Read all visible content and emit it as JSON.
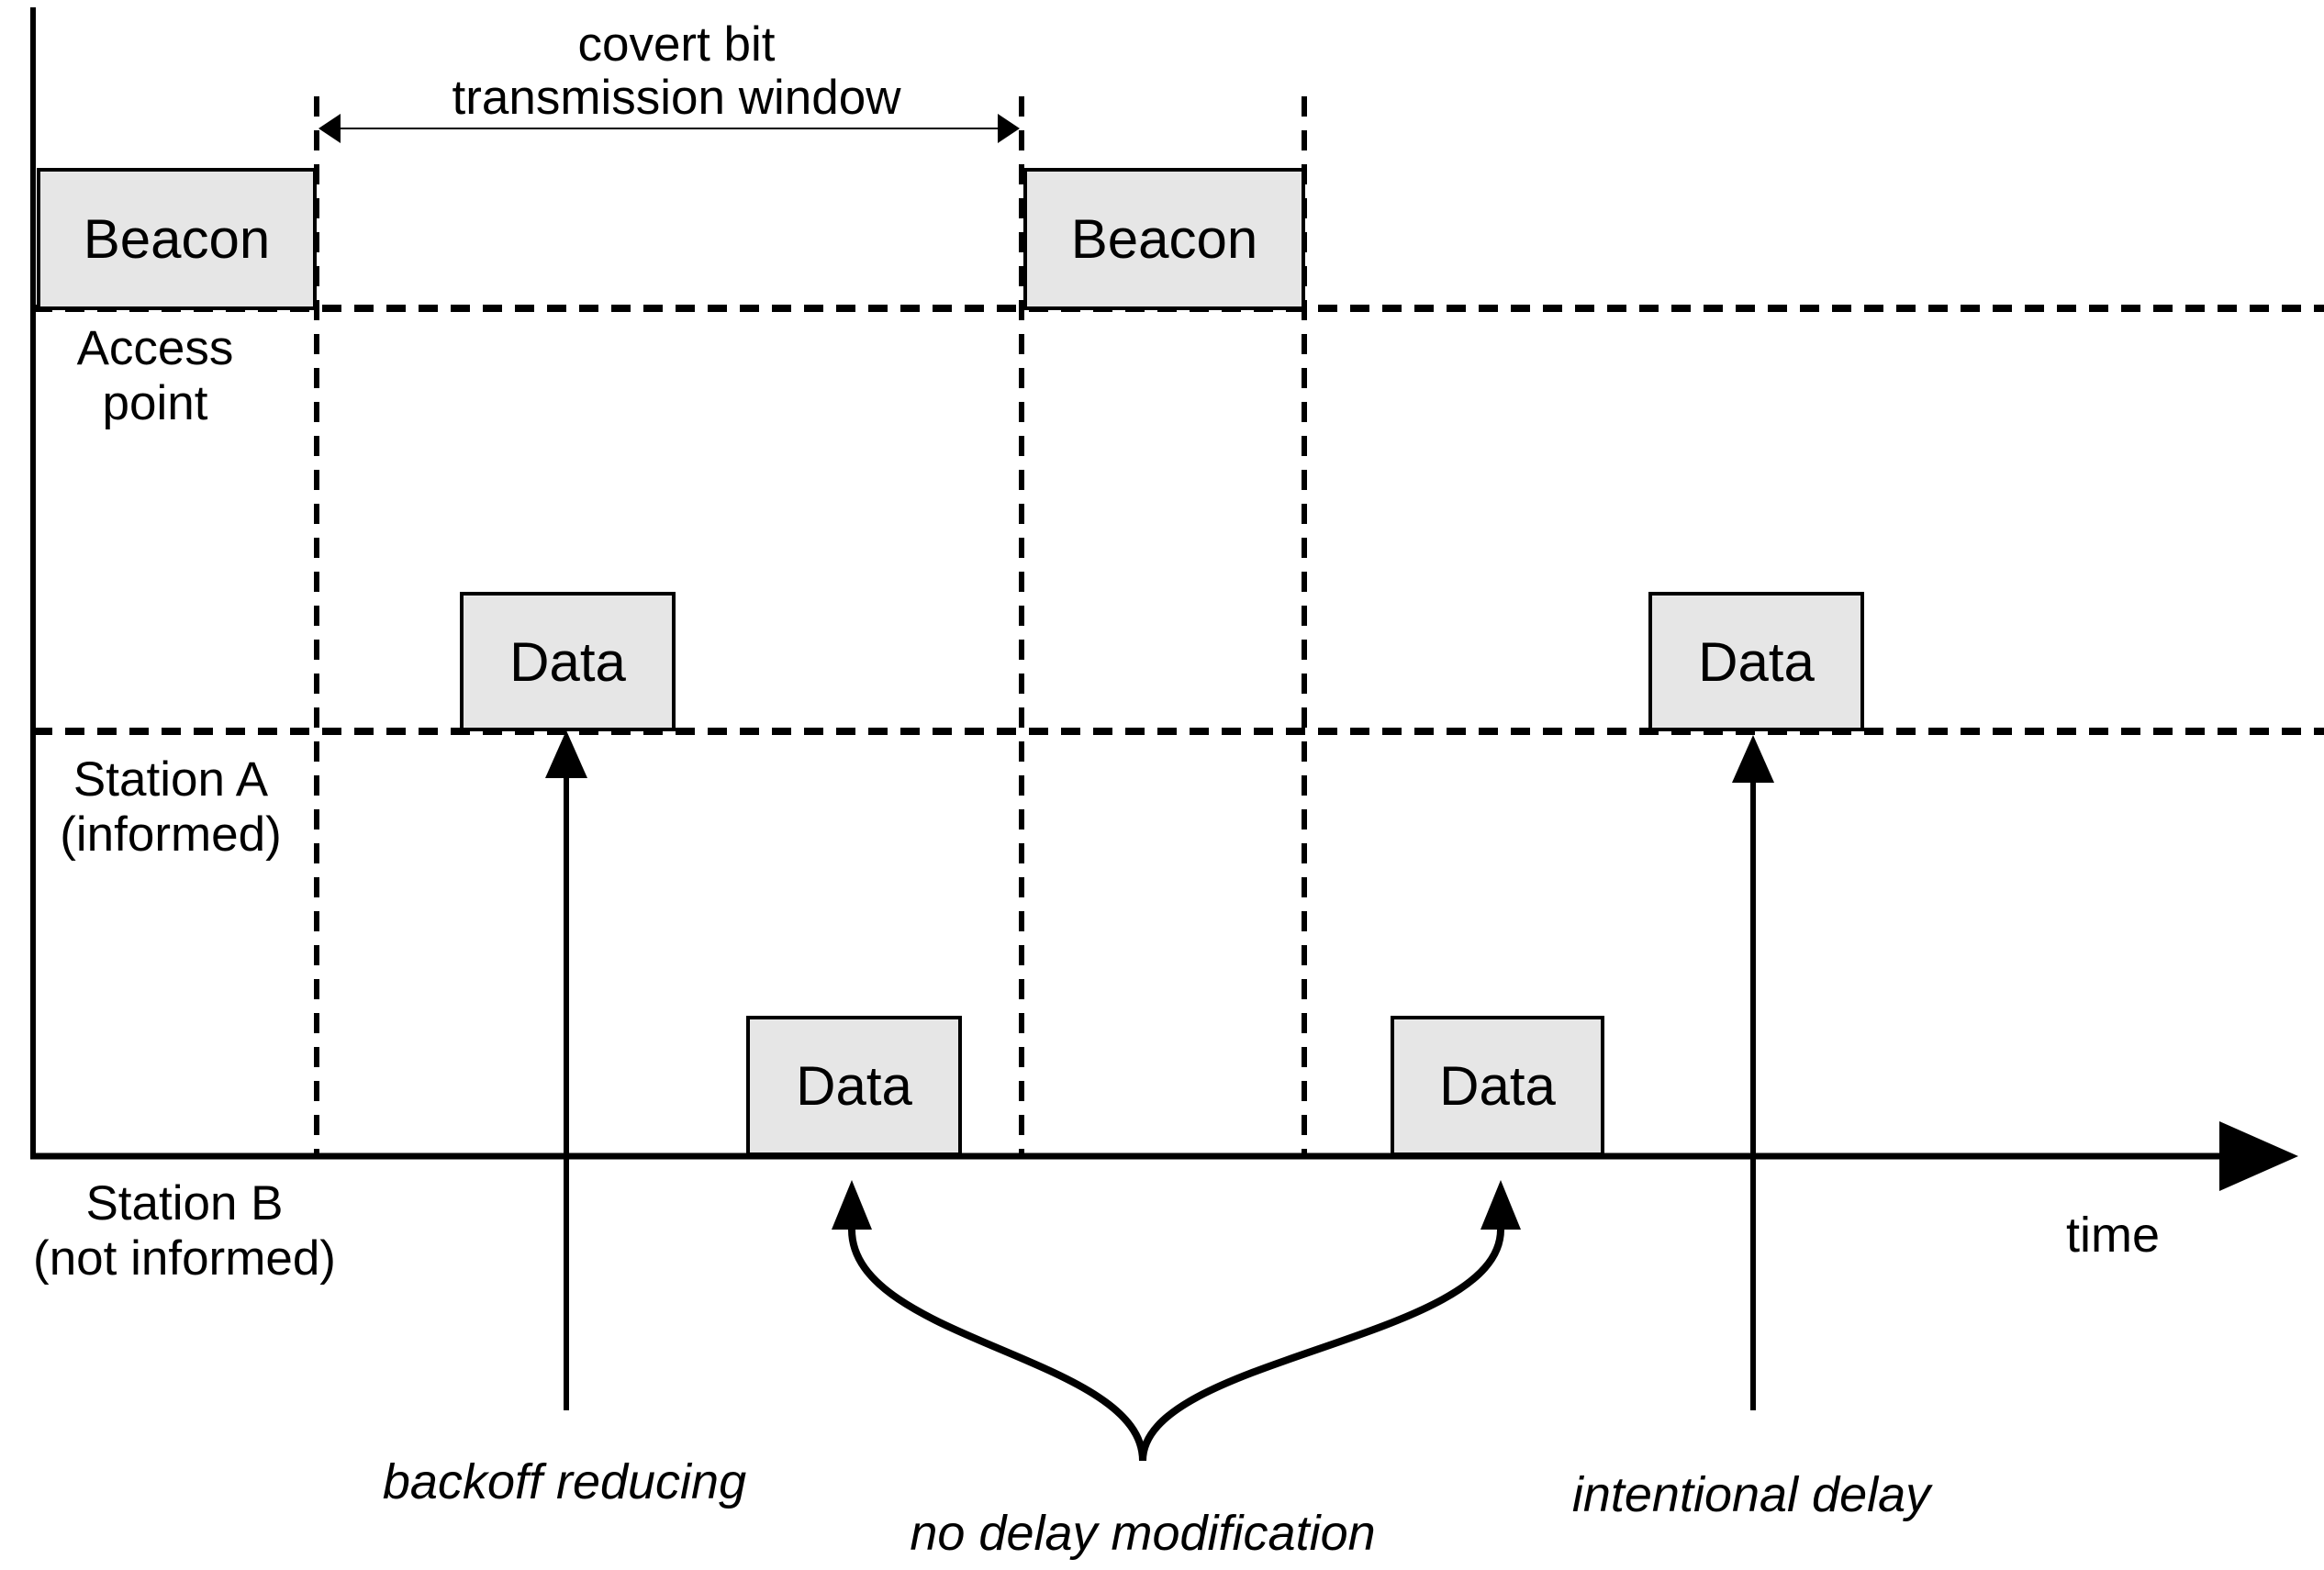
{
  "figure": {
    "background": "#ffffff",
    "stroke_color": "#000000",
    "box_fill": "#e6e6e6"
  },
  "window_label": {
    "line1": "covert bit",
    "line2": "transmission window"
  },
  "lanes": {
    "access_point": {
      "line1": "Access",
      "line2": "point"
    },
    "station_a": {
      "line1": "Station A",
      "line2": "(informed)"
    },
    "station_b": {
      "line1": "Station B",
      "line2": "(not informed)"
    }
  },
  "boxes": {
    "beacon_1": {
      "label": "Beacon"
    },
    "beacon_2": {
      "label": "Beacon"
    },
    "data_station_a_1": {
      "label": "Data"
    },
    "data_station_a_2": {
      "label": "Data"
    },
    "data_station_b_1": {
      "label": "Data"
    },
    "data_station_b_2": {
      "label": "Data"
    }
  },
  "captions": {
    "backoff": "backoff reducing",
    "no_delay": "no delay modification",
    "intentional_delay": "intentional delay"
  },
  "axis": {
    "time_label": "time"
  }
}
